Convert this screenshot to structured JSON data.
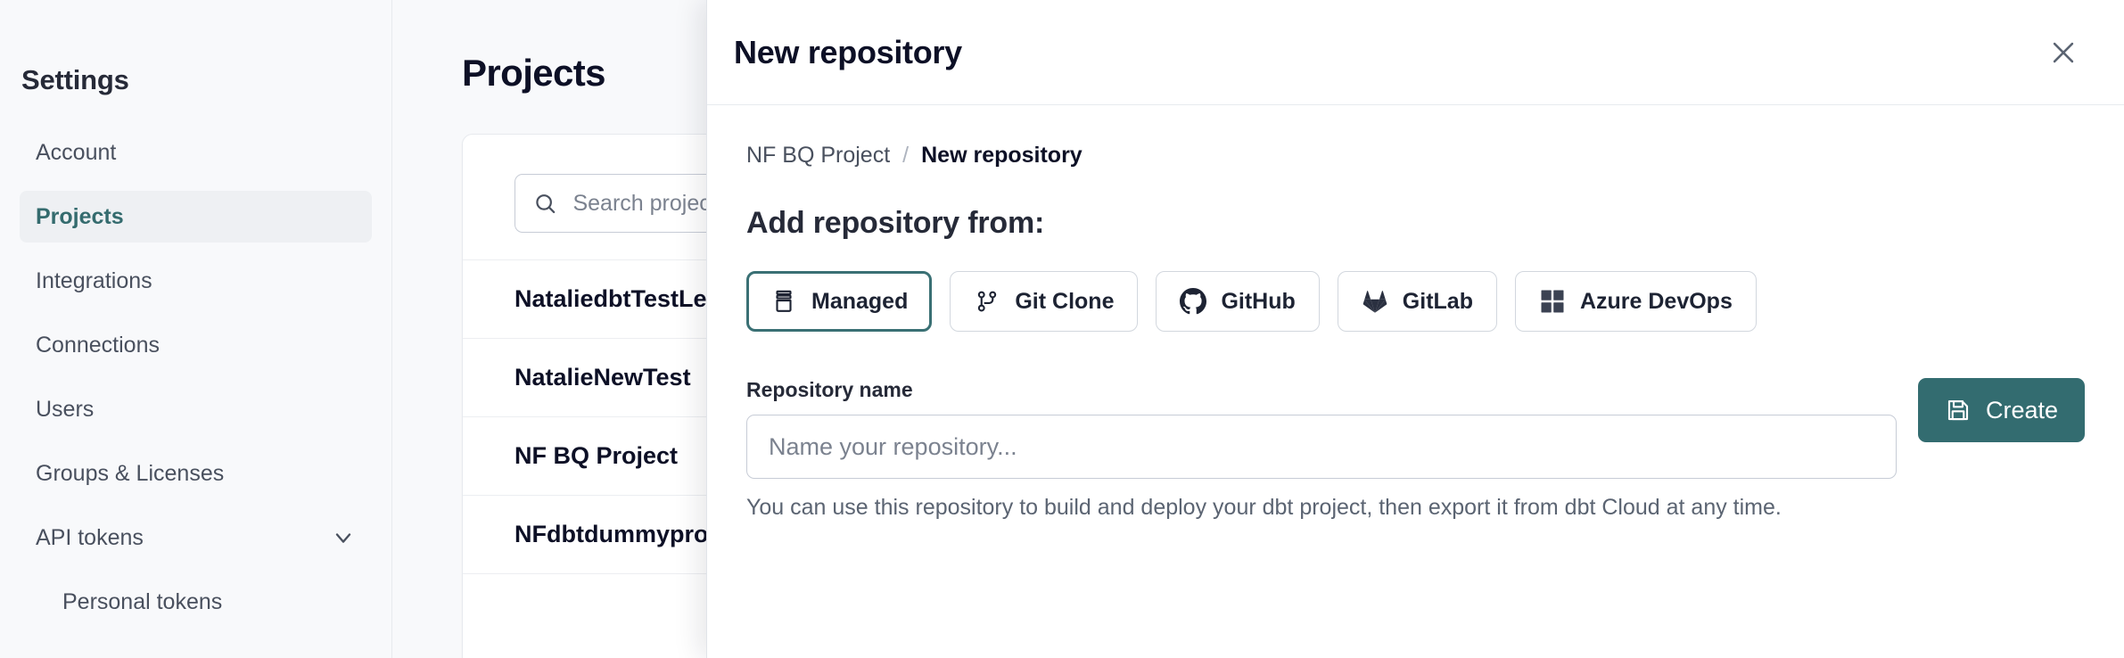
{
  "sidebar": {
    "title": "Settings",
    "items": [
      {
        "label": "Account",
        "active": false,
        "sub": false,
        "icon": null
      },
      {
        "label": "Projects",
        "active": true,
        "sub": false,
        "icon": null
      },
      {
        "label": "Integrations",
        "active": false,
        "sub": false,
        "icon": null
      },
      {
        "label": "Connections",
        "active": false,
        "sub": false,
        "icon": null
      },
      {
        "label": "Users",
        "active": false,
        "sub": false,
        "icon": null
      },
      {
        "label": "Groups & Licenses",
        "active": false,
        "sub": false,
        "icon": null
      },
      {
        "label": "API tokens",
        "active": false,
        "sub": false,
        "icon": "chevron-down-icon"
      },
      {
        "label": "Personal tokens",
        "active": false,
        "sub": true,
        "icon": null
      }
    ]
  },
  "main": {
    "page_title": "Projects",
    "search": {
      "icon": "search-icon",
      "placeholder": "Search projects by name...",
      "value": ""
    },
    "projects": [
      "NataliedbtTestLearn T",
      "NatalieNewTest",
      "NF BQ Project",
      "NFdbtdummyproject"
    ]
  },
  "modal": {
    "title": "New repository",
    "close_icon": "close-icon",
    "breadcrumb": {
      "parent": "NF BQ Project",
      "separator": "/",
      "current": "New repository"
    },
    "section_title": "Add repository from:",
    "sources": [
      {
        "label": "Managed",
        "icon": "database-stack-icon",
        "selected": true
      },
      {
        "label": "Git Clone",
        "icon": "git-branch-icon",
        "selected": false
      },
      {
        "label": "GitHub",
        "icon": "github-icon",
        "selected": false
      },
      {
        "label": "GitLab",
        "icon": "gitlab-icon",
        "selected": false
      },
      {
        "label": "Azure DevOps",
        "icon": "azure-devops-icon",
        "selected": false
      }
    ],
    "form": {
      "label": "Repository name",
      "placeholder": "Name your repository...",
      "value": "",
      "helper": "You can use this repository to build and deploy your dbt project, then export it from dbt Cloud at any time.",
      "create_label": "Create",
      "create_icon": "save-icon"
    }
  },
  "colors": {
    "accent_teal": "#336c70",
    "selected_border": "#3a7074",
    "text_dark": "#0d1026",
    "text_muted": "#5b6472",
    "surface": "#f8f9fb"
  }
}
